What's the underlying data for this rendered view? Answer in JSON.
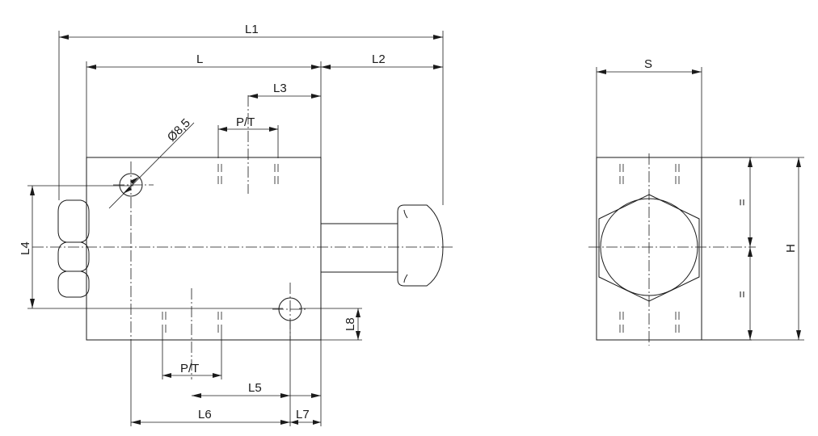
{
  "dimensions": {
    "L1": "L1",
    "L": "L",
    "L2": "L2",
    "L3": "L3",
    "L4": "L4",
    "L5": "L5",
    "L6": "L6",
    "L7": "L7",
    "L8": "L8",
    "S": "S",
    "H": "H",
    "hole_diameter": "Ø8,5",
    "port_top": "P/T",
    "port_bottom": "P/T",
    "equal_mark": "="
  }
}
